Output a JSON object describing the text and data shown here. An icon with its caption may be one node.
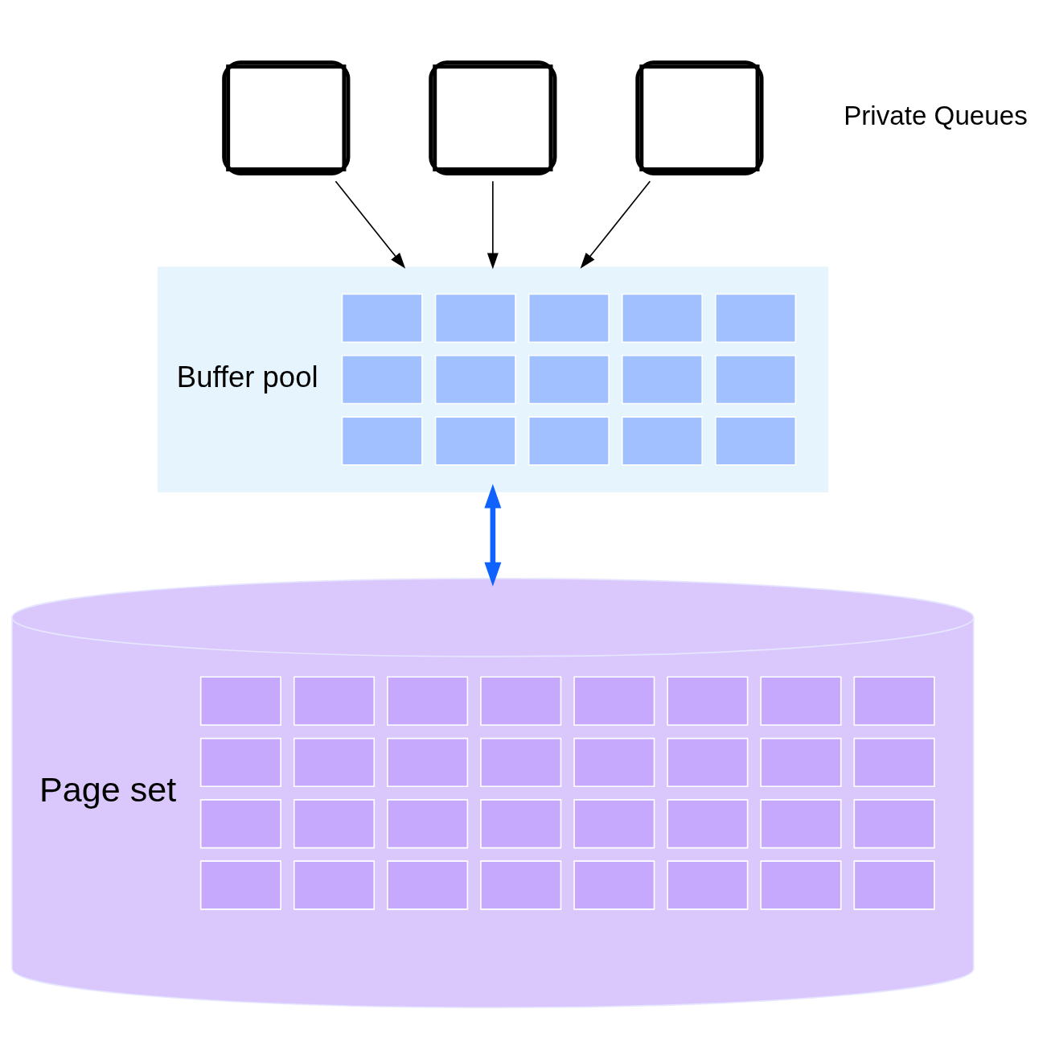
{
  "diagram": {
    "nodes": [
      {
        "text": [],
        "shape": "box"
      },
      {
        "text": [],
        "shape": "box"
      },
      {
        "text": [],
        "shape": "box"
      },
      {
        "text": [
          "Buffer pool"
        ]
      },
      {
        "text": [
          "Page set"
        ]
      }
    ],
    "edges": [
      {
        "from": 0,
        "to": 3,
        "arrow": "to"
      },
      {
        "from": 1,
        "to": 3,
        "arrow": "to"
      },
      {
        "from": 2,
        "to": 3,
        "arrow": "to"
      },
      {
        "from": 3,
        "to": 4,
        "arrow": "both",
        "style": "thick",
        "color": "#0f62fe"
      }
    ],
    "labels": [
      "Private Queues"
    ]
  }
}
